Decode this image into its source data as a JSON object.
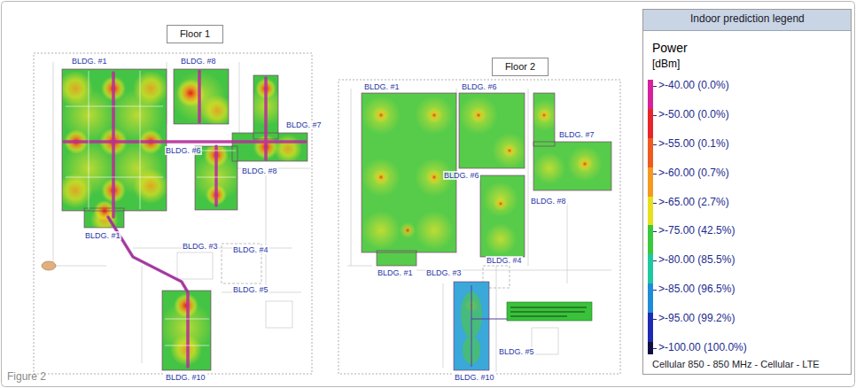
{
  "diagram": {
    "caption": "Figure 2",
    "nodes": [
      {
        "text": [
          "Floor 1"
        ]
      },
      {
        "text": [
          "Floor 2"
        ]
      }
    ],
    "labels": [
      "BLDG. #1",
      "BLDG. #8",
      "BLDG. #7",
      "BLDG. #6",
      "BLDG. #8",
      "BLDG. #1",
      "BLDG. #3",
      "BLDG. #4",
      "BLDG. #5",
      "BLDG. #10",
      "BLDG. #1",
      "BLDG. #6",
      "BLDG. #7",
      "BLDG. #6",
      "BLDG. #8",
      "BLDG. #1",
      "BLDG. #3",
      "BLDG. #4",
      "BLDG. #5",
      "BLDG. #10",
      "Indoor prediction legend",
      "Power",
      "[dBm]",
      "Cellular 850 - 850 MHz - Cellular - LTE"
    ],
    "legend": [
      {
        "text": ">-40.00 (0.0%)",
        "color": "#d6219c"
      },
      {
        "text": ">-50.00 (0.0%)",
        "color": "#e8242a"
      },
      {
        "text": ">-55.00 (0.1%)",
        "color": "#f05a1e"
      },
      {
        "text": ">-60.00 (0.7%)",
        "color": "#f59a1e"
      },
      {
        "text": ">-65.00 (2.7%)",
        "color": "#e6e01e"
      },
      {
        "text": ">-75.00 (42.5%)",
        "color": "#3cc83c"
      },
      {
        "text": ">-80.00 (85.5%)",
        "color": "#1ec8a0"
      },
      {
        "text": ">-85.00 (96.5%)",
        "color": "#1e8cd8"
      },
      {
        "text": ">-95.00 (99.2%)",
        "color": "#1e2ab4"
      },
      {
        "text": ">-100.00 (100.0%)",
        "color": "#101040"
      }
    ]
  }
}
